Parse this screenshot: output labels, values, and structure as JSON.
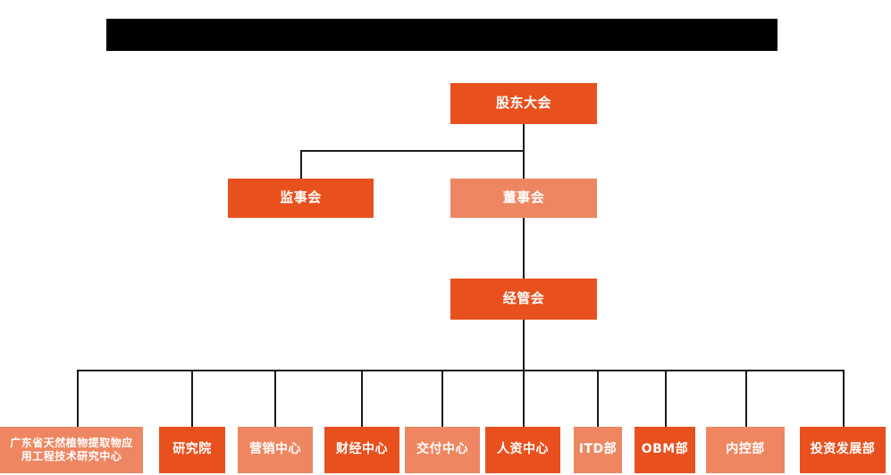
{
  "page": {
    "title_bar": {
      "name": "redacted-title-bar",
      "text": "",
      "color": "#000000"
    },
    "background": "#ffffff"
  },
  "palette": {
    "primary": "#e8511e",
    "secondary": "#ee8761",
    "connector": "#1a1a1a",
    "text": "#ffffff"
  },
  "org_chart": {
    "type": "organization-chart",
    "levels": [
      {
        "level": 1,
        "nodes": [
          {
            "id": "shareholders-meeting",
            "label": "股东大会",
            "style": "primary"
          }
        ]
      },
      {
        "level": 2,
        "nodes": [
          {
            "id": "board-of-supervisors",
            "label": "监事会",
            "style": "primary"
          },
          {
            "id": "board-of-directors",
            "label": "董事会",
            "style": "secondary"
          }
        ]
      },
      {
        "level": 3,
        "nodes": [
          {
            "id": "management-committee",
            "label": "经管会",
            "style": "primary"
          }
        ]
      },
      {
        "level": 4,
        "nodes": [
          {
            "id": "guangdong-research-center",
            "label_line1": "广东省天然植物提取物应",
            "label_line2": "用工程技术研究中心",
            "style": "secondary"
          },
          {
            "id": "research-institute",
            "label": "研究院",
            "style": "primary"
          },
          {
            "id": "marketing-center",
            "label": "营销中心",
            "style": "secondary"
          },
          {
            "id": "finance-center",
            "label": "财经中心",
            "style": "primary"
          },
          {
            "id": "delivery-center",
            "label": "交付中心",
            "style": "secondary"
          },
          {
            "id": "hr-center",
            "label": "人资中心",
            "style": "primary"
          },
          {
            "id": "itd-department",
            "label": "ITD部",
            "style": "secondary"
          },
          {
            "id": "obm-department",
            "label": "OBM部",
            "style": "primary"
          },
          {
            "id": "internal-control-department",
            "label": "内控部",
            "style": "secondary"
          },
          {
            "id": "investment-development-department",
            "label": "投资发展部",
            "style": "primary"
          }
        ]
      }
    ]
  }
}
